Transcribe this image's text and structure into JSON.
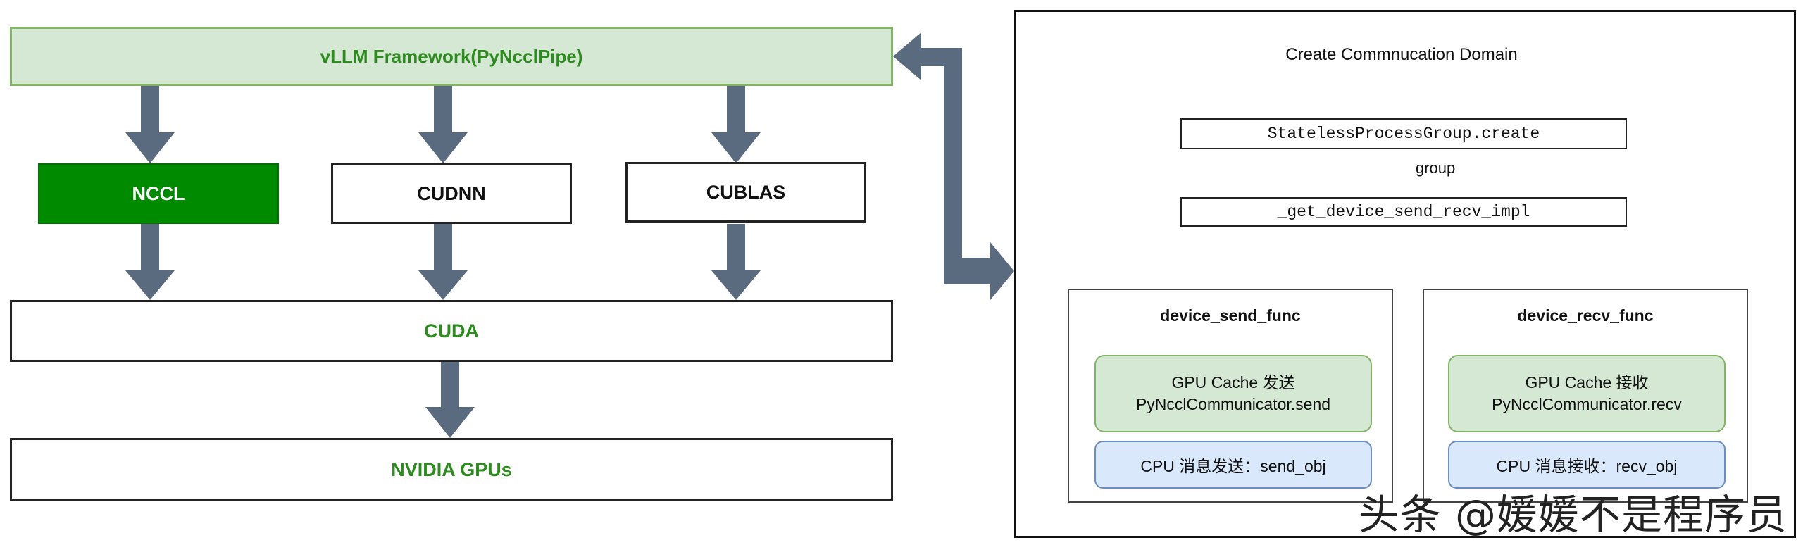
{
  "left": {
    "framework": "vLLM Framework(PyNcclPipe)",
    "libs": [
      "NCCL",
      "CUDNN",
      "CUBLAS"
    ],
    "cuda": "CUDA",
    "gpus": "NVIDIA GPUs"
  },
  "right": {
    "title": "Create Commnucation Domain",
    "create": "StatelessProcessGroup.create",
    "group_label": "group",
    "impl": "_get_device_send_recv_impl",
    "send": {
      "title": "device_send_func",
      "gpu_line1": "GPU Cache 发送",
      "gpu_line2": "PyNcclCommunicator.send",
      "cpu": "CPU 消息发送：send_obj"
    },
    "recv": {
      "title": "device_recv_func",
      "gpu_line1": "GPU Cache 接收",
      "gpu_line2": "PyNcclCommunicator.recv",
      "cpu": "CPU 消息接收：recv_obj"
    }
  },
  "watermark": "头条 @媛媛不是程序员",
  "colors": {
    "framework_fill": "#d5e8d4",
    "framework_border": "#82b366",
    "nccl_fill": "#008a00",
    "green_text": "#2e8b1f",
    "arrow": "#5a6b80",
    "gpu_fill": "#d5e8d4",
    "cpu_fill": "#dae8fc",
    "cpu_border": "#6c8ebf"
  }
}
